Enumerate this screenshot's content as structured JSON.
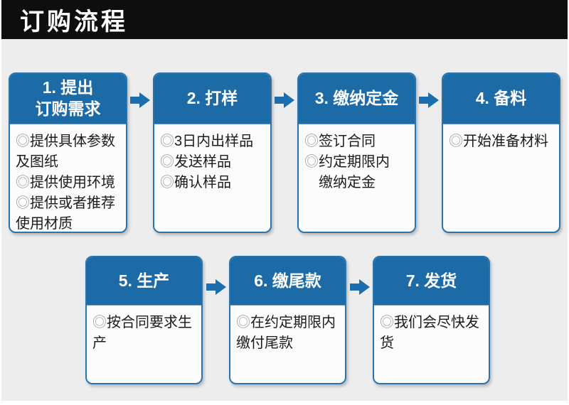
{
  "title": "订购流程",
  "icons": {
    "bullet": "◎",
    "arrow": "arrow-right-icon"
  },
  "colors": {
    "topbar_black": "#0e0e0e",
    "canvas_gray": "#ededee",
    "accent_blue": "#1c6ba7",
    "arrow_blue": "#1b6fae",
    "card_body": "#fcfcfd"
  },
  "steps": [
    {
      "title": "1. 提出\n订购需求",
      "items": [
        "提供具体参数\n及图纸",
        "提供使用环境",
        "提供或者推荐\n使用材质"
      ]
    },
    {
      "title": "2. 打样",
      "items": [
        "3日内出样品",
        "发送样品",
        "确认样品"
      ]
    },
    {
      "title": "3. 缴纳定金",
      "items": [
        "签订合同",
        "约定期限内\n　缴纳定金"
      ]
    },
    {
      "title": "4. 备料",
      "items": [
        "开始准备材料"
      ]
    },
    {
      "title": "5. 生产",
      "items": [
        "按合同要求生产"
      ]
    },
    {
      "title": "6. 缴尾款",
      "items": [
        "在约定期限内\n缴付尾款"
      ]
    },
    {
      "title": "7. 发货",
      "items": [
        "我们会尽快发货"
      ]
    }
  ]
}
